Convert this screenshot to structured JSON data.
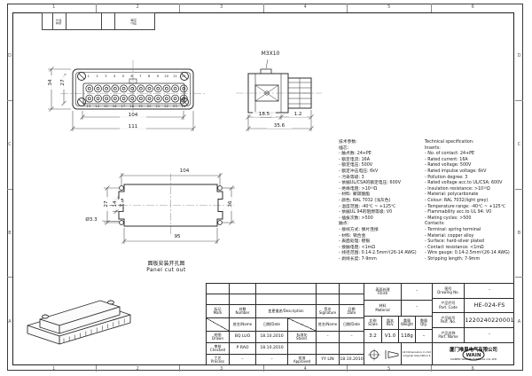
{
  "frame": {
    "zones_top": [
      "1",
      "2",
      "3",
      "4",
      "5",
      "6"
    ],
    "zones_bottom": [
      "1",
      "2",
      "3",
      "4",
      "5",
      "6"
    ],
    "zones_left": [
      "D",
      "C",
      "B",
      "A"
    ],
    "zones_right": [
      "D",
      "C",
      "B",
      "A"
    ]
  },
  "attachment_strip": {
    "label_sign": "签字\nSign",
    "label_date": "日期\nDate"
  },
  "front_view": {
    "dim_width_inner": "104",
    "dim_width_outer": "111",
    "dim_height_outer": "34",
    "dim_height_inner": "27",
    "pins_top": [
      "1",
      "2",
      "3",
      "4",
      "5",
      "6",
      "7",
      "8",
      "9",
      "10",
      "11",
      "12"
    ],
    "pins_bottom": [
      "13",
      "14",
      "15",
      "16",
      "17",
      "18",
      "19",
      "20",
      "21",
      "22",
      "23",
      "24"
    ]
  },
  "side_view": {
    "thread_label": "M3X10",
    "dim_left": "18.5",
    "dim_right": "1.2",
    "dim_total": "35.6"
  },
  "panel_view": {
    "dim_top": "104",
    "dim_bottom": "95",
    "dim_left": "27",
    "dim_notch_height": "14",
    "dim_notch_width": "5",
    "dim_hole": "Ø3.3",
    "dim_right": "36",
    "caption_cn": "面板安装开孔图",
    "caption_en": "Panel cut out"
  },
  "spec_cn": {
    "lines": [
      "技术参数:",
      "插芯:",
      "- 触点数: 24+PE",
      "- 额定电流: 16A",
      "- 额定电压: 500V",
      "- 额定冲击电压: 6kV",
      "- 污染等级: 3",
      "- 依据UL/CSA的额定电压: 600V",
      "- 绝缘电阻: >10¹⁰Ω",
      "- 材料: 聚碳酸酯",
      "- 颜色: RAL 7032 (浅灰色)",
      "- 温度范围: -40℃ ~ +125℃",
      "- 依据UL 94的阻燃等级: V0",
      "- 插拔次数: >500",
      "触点:",
      "- 接线方式: 弹片连接",
      "- 材料: 铜合金",
      "- 表面处理: 镀银",
      "- 接触电阻: <1mΩ",
      "- 线径范围: 0.14-2.5mm²(26-14 AWG)",
      "- 剥线长度: 7-9mm"
    ]
  },
  "spec_en": {
    "lines": [
      "Technical specification:",
      "Inserts:",
      "- No. of contact: 24+PE",
      "- Rated current: 16A",
      "- Rated voltage: 500V",
      "- Rated impulse voltage: 6kV",
      "- Pollution degree: 3",
      "- Rated voltage acc.to UL/CSA: 600V",
      "- Insulation resistance: >10¹⁰Ω",
      "- Material: polycarbonate",
      "- Colour: RAL 7032(light grey)",
      "- Temperature range: -40℃ ~ +125℃",
      "- Flammability acc.to UL 94: V0",
      "- Mating cycles: >500",
      "Contacts:",
      "- Terminal: spring terminal",
      "- Material: copper alloy",
      "- Surface: hard-silver plated",
      "- Contact resistance: <1mΩ",
      "- Wire gauge: 0.14-2.5mm²(26-14 AWG)",
      "- Stripping length: 7-9mm"
    ]
  },
  "title_block": {
    "rev_header": {
      "mark": "标记\nMark",
      "number": "处数\nNumber",
      "description": "变更描述/Description",
      "signature": "签名\nSignature",
      "date": "日期\nDate",
      "name_date_left_name": "姓名/Name",
      "name_date_left_date": "日期/Date",
      "name_date_right_name": "姓名/Name",
      "name_date_right_date": "日期/Date"
    },
    "roles": {
      "drawn": "绘图\nDrawn",
      "checked": "审核\nChecked",
      "process": "工艺\nProcess",
      "stand": "标准化\nStand.",
      "approved": "批准\nApproved"
    },
    "people": {
      "drawn_name": "BQ LUO",
      "drawn_date": "18.10.2010",
      "checked_name": "P RAO",
      "checked_date": "18.10.2010",
      "process_name": "–",
      "process_date": "–",
      "stand_name": "–",
      "stand_date": "–",
      "approved_name": "YY LIN",
      "approved_date": "18.10.2010"
    },
    "fields": {
      "finish_label": "表面处理\nFinish",
      "finish_value": "–",
      "material_label": "材料\nMaterial",
      "material_value": "–",
      "scale_label": "比例\nScale",
      "scale_value": "3:2",
      "rev_label": "版本\nREV.",
      "rev_value": "V1.0",
      "weight_label": "重量\nWeight",
      "weight_value": "118g",
      "qty_label": "数量\nQty.",
      "qty_value": "–",
      "drawing_no_label": "图号\nDrawing No.",
      "drawing_no_value": "–",
      "part_code_label": "产品代号\nPart. Code",
      "part_code_value": "HE-024-FS",
      "part_no_label": "产品料号\nPart. No.",
      "part_no_value": "1220240220001",
      "part_name_label": "产品名称\nPart. Name",
      "part_name_value": "–"
    },
    "note": "All Dimensions in mm\nOriginal Size DIN A 4",
    "logo": "WAIN",
    "company_cn": "厦门唯恩电气有限公司",
    "company_en": "XIAMEN WAIN ELECTRICAL CO.,LTD"
  }
}
